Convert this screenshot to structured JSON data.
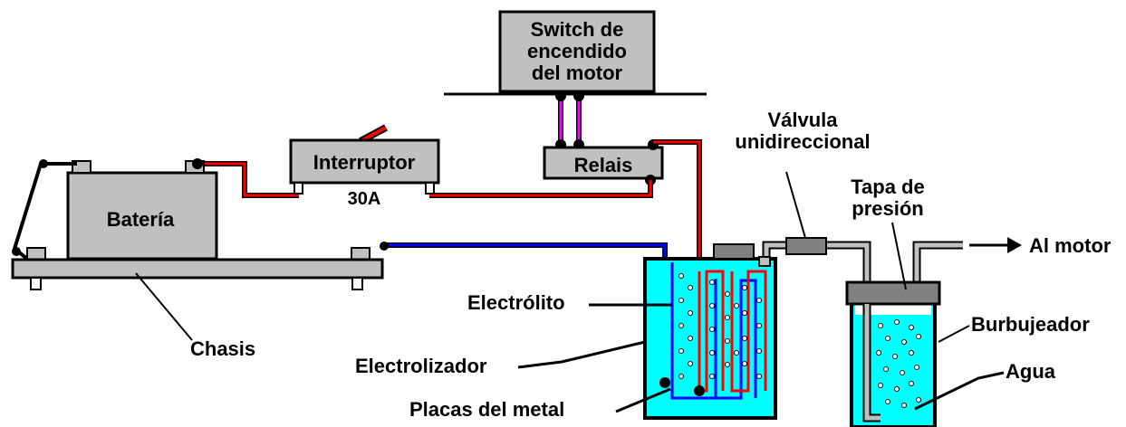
{
  "diagram": {
    "labels": {
      "switch_line1": "Switch de",
      "switch_line2": "encendido",
      "switch_line3": "del motor",
      "interruptor": "Interruptor",
      "amperage": "30A",
      "relais": "Relais",
      "bateria": "Batería",
      "chasis": "Chasis",
      "valvula_line1": "Válvula",
      "valvula_line2": "unidireccional",
      "tapa_line1": "Tapa de",
      "tapa_line2": "presión",
      "al_motor": "Al motor",
      "electrolito": "Electrólito",
      "electrolizador": "Electrolizador",
      "placas": "Placas del metal",
      "burbujeador": "Burbujeador",
      "agua": "Agua"
    },
    "colors": {
      "positive_wire": "#ff0000",
      "negative_wire": "#0000ff",
      "control_wire": "#ff00ff",
      "water": "#00ffff",
      "component": "#c0c0c0",
      "tube": "#c0c0c0",
      "outline": "#000000"
    }
  }
}
